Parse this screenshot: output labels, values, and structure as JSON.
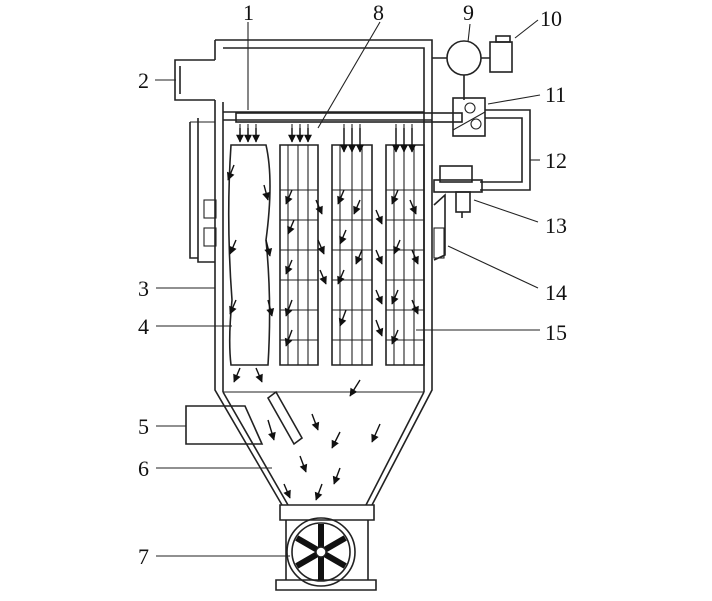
{
  "labels": {
    "l1": "1",
    "l2": "2",
    "l3": "3",
    "l4": "4",
    "l5": "5",
    "l6": "6",
    "l7": "7",
    "l8": "8",
    "l9": "9",
    "l10": "10",
    "l11": "11",
    "l12": "12",
    "l13": "13",
    "l14": "14",
    "l15": "15"
  },
  "colors": {
    "ink": "#111111",
    "background": "#ffffff"
  }
}
